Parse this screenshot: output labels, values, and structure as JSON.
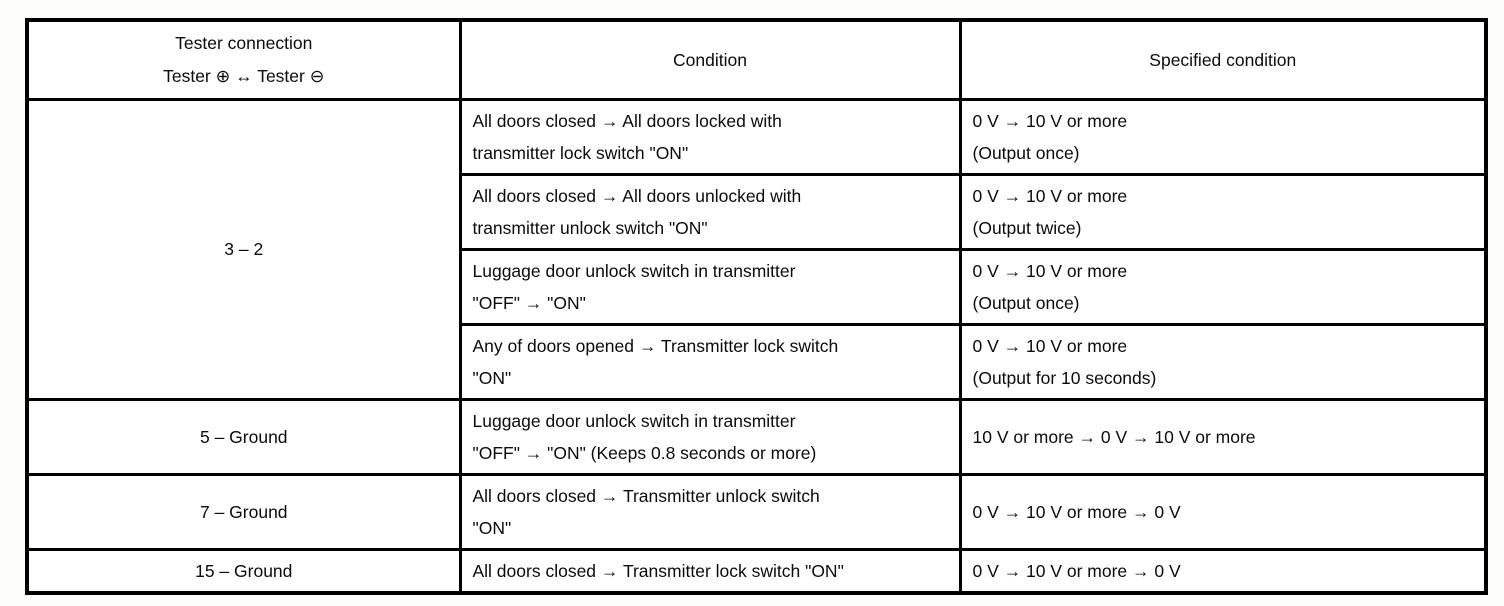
{
  "table": {
    "header": {
      "tester_connection_line1": "Tester connection",
      "tester_connection_line2": "Tester ⊕ ↔ Tester ⊖",
      "condition": "Condition",
      "specified_condition": "Specified condition"
    },
    "rows": [
      {
        "tester": "3 – 2",
        "condition": "All doors closed → All doors locked with\ntransmitter lock switch \"ON\"",
        "specified": "0 V → 10 V or more\n(Output once)"
      },
      {
        "condition": "All doors closed → All doors unlocked with\ntransmitter unlock switch \"ON\"",
        "specified": "0 V → 10 V or more\n(Output twice)"
      },
      {
        "condition": "Luggage door unlock switch in transmitter\n\"OFF\" → \"ON\"",
        "specified": "0 V → 10 V or more\n(Output once)"
      },
      {
        "condition": "Any of doors opened → Transmitter lock switch\n\"ON\"",
        "specified": "0 V → 10 V or more\n(Output for 10 seconds)"
      },
      {
        "tester": "5 – Ground",
        "condition": "Luggage door unlock switch in transmitter\n\"OFF\" → \"ON\" (Keeps 0.8 seconds or more)",
        "specified": "10 V or more → 0 V → 10 V or more"
      },
      {
        "tester": "7 – Ground",
        "condition": "All doors closed → Transmitter unlock switch\n\"ON\"",
        "specified": "0 V → 10 V or more → 0 V"
      },
      {
        "tester": "15 – Ground",
        "condition": "All doors closed → Transmitter lock switch \"ON\"",
        "specified": "0 V → 10 V or more → 0 V"
      }
    ]
  }
}
